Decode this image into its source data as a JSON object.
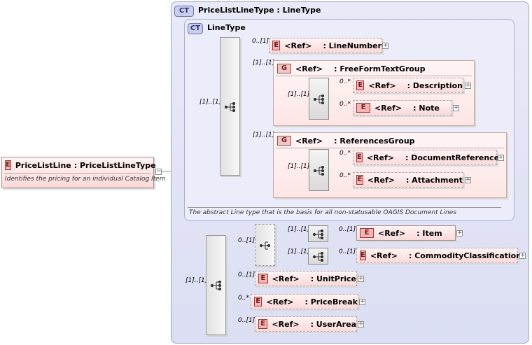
{
  "diagram": {
    "root": {
      "badge": "E",
      "name": "PriceListLine",
      "type": ": PriceListLineType",
      "doc": "Identifies the pricing for an individual Catalog Item"
    },
    "outer_type": {
      "badge": "CT",
      "title": "PriceListLineType : LineType"
    },
    "inner_type": {
      "badge": "CT",
      "title": "LineType",
      "doc": "The abstract Line type that is the basis for all non-statusable OAGIS Document Lines"
    },
    "cardinalities": {
      "main_seq": "[1]..[1]",
      "line_number": "0..[1]",
      "free_form_group": "[1]..[1]",
      "free_form_seq": "[1]..[1]",
      "description": "0..*",
      "note": "0..*",
      "references_group": "[1]..[1]",
      "references_seq": "[1]..[1]",
      "document_reference": "0..*",
      "attachment": "0..*",
      "ext_seq": "[1]..[1]",
      "choice_seq": "0..[1]",
      "item_seq": "[1]..[1]",
      "item": "0..[1]",
      "commodity_seq": "[1]..[1]",
      "commodity": "0..[1]",
      "unit_price": "0..[1]",
      "price_break": "0..*",
      "user_area": "0..[1]"
    },
    "elements": {
      "line_number": {
        "badge": "E",
        "ref": "<Ref>",
        "name": ": LineNumber"
      },
      "free_form_group": {
        "badge": "G",
        "ref": "<Ref>",
        "name": ": FreeFormTextGroup"
      },
      "description": {
        "badge": "E",
        "ref": "<Ref>",
        "name": ": Description"
      },
      "note": {
        "badge": "E",
        "ref": "<Ref>",
        "name": ": Note"
      },
      "references_group": {
        "badge": "G",
        "ref": "<Ref>",
        "name": ": ReferencesGroup"
      },
      "document_reference": {
        "badge": "E",
        "ref": "<Ref>",
        "name": ": DocumentReference"
      },
      "attachment": {
        "badge": "E",
        "ref": "<Ref>",
        "name": ": Attachment"
      },
      "item": {
        "badge": "E",
        "ref": "<Ref>",
        "name": ": Item"
      },
      "commodity": {
        "badge": "E",
        "ref": "<Ref>",
        "name": ": CommodityClassification"
      },
      "unit_price": {
        "badge": "E",
        "ref": "<Ref>",
        "name": ": UnitPrice"
      },
      "price_break": {
        "badge": "E",
        "ref": "<Ref>",
        "name": ": PriceBreak"
      },
      "user_area": {
        "badge": "E",
        "ref": "<Ref>",
        "name": ": UserArea"
      }
    },
    "expand_symbol": "+",
    "collapse_symbol": "−"
  }
}
